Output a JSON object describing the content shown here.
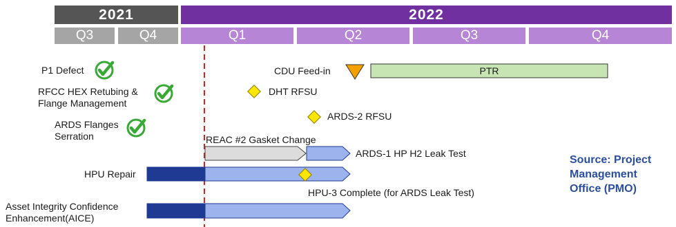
{
  "header": {
    "years": [
      {
        "label": "2021",
        "color": "#555555"
      },
      {
        "label": "2022",
        "color": "#7030a0"
      }
    ],
    "quarters_2021": [
      "Q3",
      "Q4"
    ],
    "quarters_2022": [
      "Q1",
      "Q2",
      "Q3",
      "Q4"
    ],
    "quarter_2021_color": "#a5a5a5",
    "quarter_2022_color": "#b685d6"
  },
  "completed": [
    {
      "label": "P1 Defect"
    },
    {
      "label_line1": "RFCC HEX Retubing &",
      "label_line2": "Flange Management"
    },
    {
      "label_line1": "ARDS Flanges",
      "label_line2": "Serration"
    }
  ],
  "milestones": {
    "cdu": "CDU Feed-in",
    "ptr": "PTR",
    "dht": "DHT RFSU",
    "ards2": "ARDS-2 RFSU",
    "reac": "REAC #2 Gasket Change",
    "ards1": "ARDS-1 HP H2 Leak Test",
    "hpu_repair": "HPU Repair",
    "hpu3": "HPU-3 Complete (for ARDS Leak Test)",
    "aice_line1": "Asset Integrity Confidence",
    "aice_line2": "Enhancement(AICE)"
  },
  "source": {
    "line1": "Source: Project",
    "line2": "Management",
    "line3": "Office (PMO)"
  },
  "colors": {
    "today_line": "#e02020",
    "ptr_fill": "#c6e5b3",
    "bar_light": "#9db3ee",
    "bar_dark": "#1f3a93",
    "bar_grey": "#dcdcdc",
    "check": "#39a935",
    "milestone_tri": "#f4a000",
    "diamond": "#ffe600"
  }
}
